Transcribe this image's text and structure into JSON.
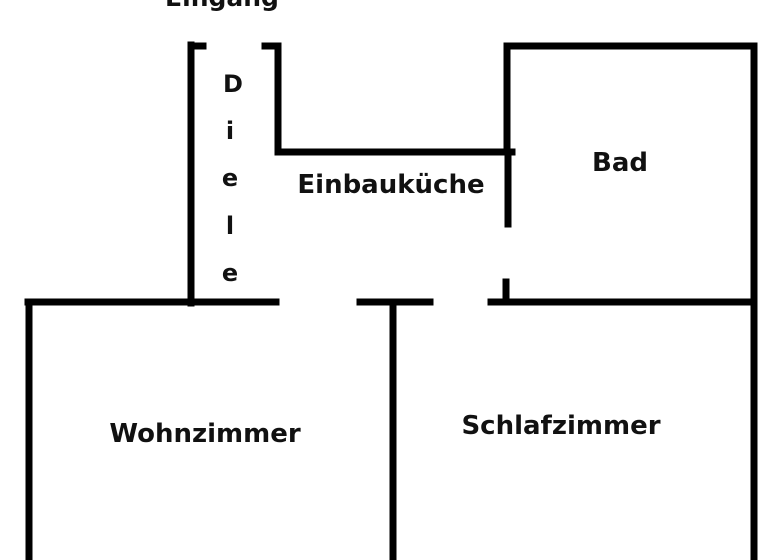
{
  "floorplan": {
    "entrance_label": "Eingang",
    "hallway_letters": [
      "D",
      "i",
      "e",
      "l",
      "e"
    ],
    "kitchen_label": "Einbauküche",
    "bathroom_label": "Bad",
    "living_room_label": "Wohnzimmer",
    "bedroom_label": "Schlafzimmer",
    "wall_color": "#000000",
    "text_color": "#111111"
  }
}
